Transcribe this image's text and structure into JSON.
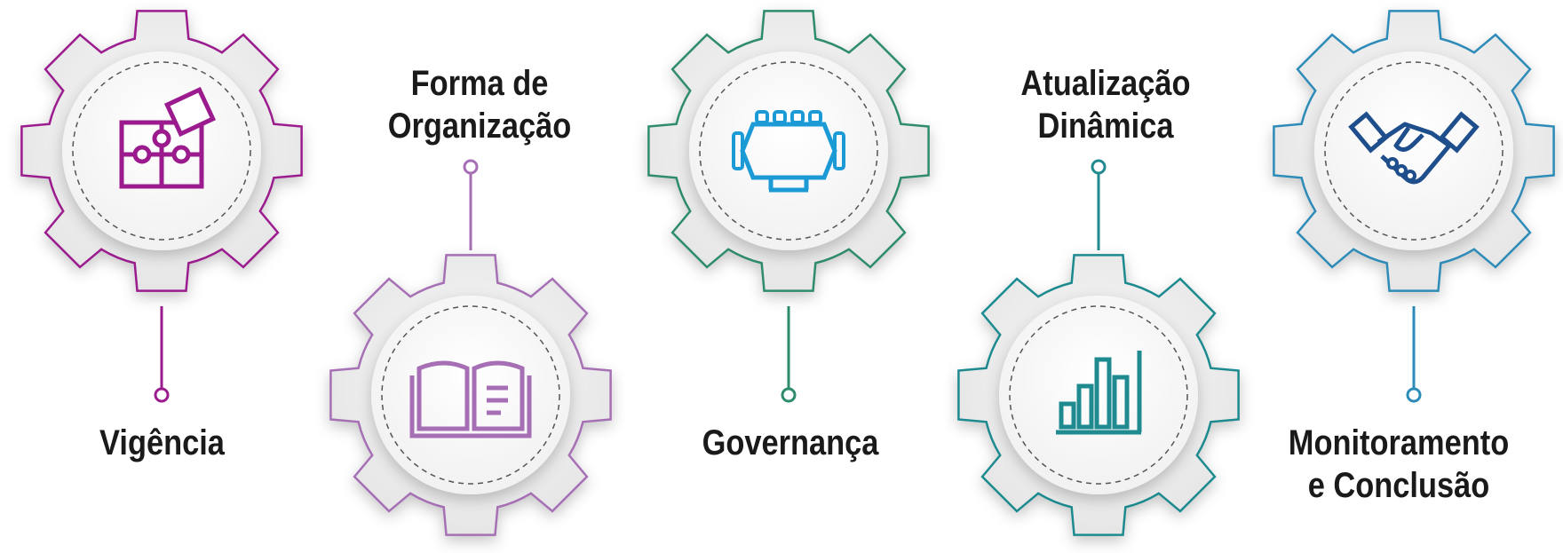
{
  "steps": [
    {
      "key": "vigencia",
      "lines": [
        "Vigência"
      ],
      "color": "#9b1b8e",
      "icon": "puzzle-icon"
    },
    {
      "key": "forma",
      "lines": [
        "Forma de",
        "Organização"
      ],
      "color": "#a66fb5",
      "icon": "open-book-icon"
    },
    {
      "key": "governanca",
      "lines": [
        "Governança"
      ],
      "color": "#2e8b6e",
      "icon": "meeting-table-icon"
    },
    {
      "key": "atualizacao",
      "lines": [
        "Atualização",
        "Dinâmica"
      ],
      "color": "#1f8a8f",
      "icon": "bar-chart-icon"
    },
    {
      "key": "monitoramento",
      "lines": [
        "Monitoramento",
        "e Conclusão"
      ],
      "color": "#2d8bb8",
      "icon": "handshake-icon"
    }
  ],
  "icon_colors": {
    "puzzle": "#9b1b8e",
    "book": "#a66fb5",
    "meeting": "#1b9ad6",
    "chart": "#1f8a8f",
    "handshake": "#1f4e8c"
  }
}
